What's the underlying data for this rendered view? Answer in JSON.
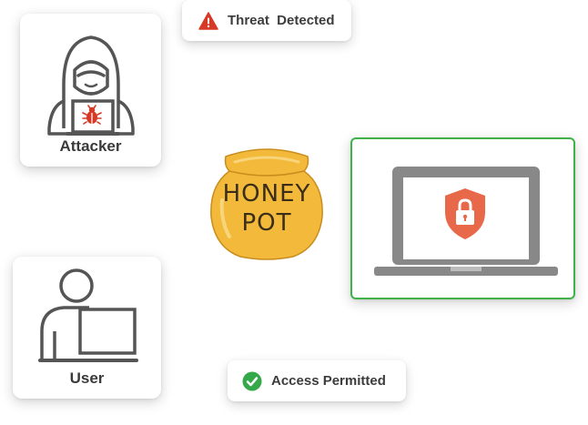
{
  "alerts": {
    "threat_label": "Threat  Detected",
    "access_label": "Access Permitted"
  },
  "nodes": {
    "attacker_label": "Attacker",
    "user_label": "User"
  },
  "honeypot": {
    "line1": "HONEY",
    "line2": "POT"
  },
  "colors": {
    "threat_red": "#d63a26",
    "success_green": "#35a84a",
    "protected_border": "#3db34a",
    "shield_orange": "#e8694a",
    "honey_gold": "#f2b93a",
    "icon_gray": "#555555"
  },
  "icons": {
    "threat": "warning-triangle-icon",
    "access": "check-circle-icon",
    "attacker": "hooded-hacker-icon",
    "bug": "bug-icon",
    "user": "user-at-laptop-icon",
    "shield": "shield-lock-icon",
    "laptop": "laptop-icon"
  }
}
